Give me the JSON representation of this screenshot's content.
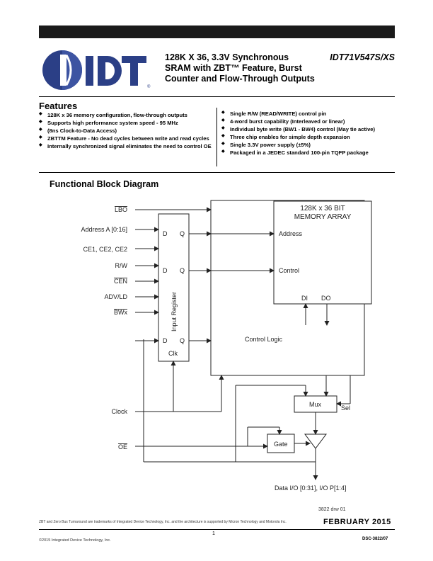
{
  "header": {
    "company": "IDT",
    "registered": "®",
    "title_lines": [
      "128K X 36, 3.3V Synchronous",
      "SRAM with ZBT™ Feature, Burst",
      "Counter and Flow-Through Outputs"
    ],
    "part_number": "IDT71V547S/XS"
  },
  "features": {
    "heading": "Features",
    "left": [
      "128K x 36 memory configuration, flow-through outputs",
      "Supports high performance system speed - 95 MHz",
      "(8ns Clock-to-Data Access)",
      "ZBTTM Feature - No dead cycles between write and read cycles",
      "Internally synchronized signal eliminates the need to control OE"
    ],
    "right": [
      "Single R/W (READ/WRITE) control pin",
      "4-word burst capability (Interleaved or linear)",
      "Individual byte write (BW1 - BW4) control (May tie active)",
      "Three chip enables for simple depth expansion",
      "Single 3.3V power supply (±5%)",
      "Packaged in a JEDEC standard 100-pin TQFP package"
    ]
  },
  "diagram": {
    "heading": "Functional Block Diagram",
    "signals": {
      "lbo": "LBO",
      "address": "Address A [0:16]",
      "ce": "CE1, CE2, CE2",
      "rw": "R/W",
      "cen": "CEN",
      "adv": "ADV/LD",
      "bwx": "BWx",
      "clock": "Clock",
      "oe": "OE"
    },
    "register": {
      "label": "Input Register",
      "d": "D",
      "q": "Q",
      "clk": "Clk"
    },
    "memory": {
      "line1": "128K x 36 BIT",
      "line2": "MEMORY ARRAY",
      "address": "Address",
      "control": "Control",
      "di": "DI",
      "do": "DO"
    },
    "control_logic": "Control Logic",
    "mux": "Mux",
    "sel": "Sel",
    "gate": "Gate",
    "data_io": "Data I/O [0:31], I/O P[1:4]",
    "drawing_ref": "3822 drw 01"
  },
  "footer": {
    "trademark": "ZBT and Zero Bus Turnaround are trademarks of Integrated Device Technology, Inc. and the architecture is supported by Micron Technology and Motorola Inc.",
    "date": "FEBRUARY 2015",
    "page": "1",
    "copyright": "©2015 Integrated Device Technology, Inc.",
    "doc_id": "DSC-3822/07"
  },
  "colors": {
    "logo_blue": "#2b3f86",
    "bar": "#1a1a1a"
  }
}
